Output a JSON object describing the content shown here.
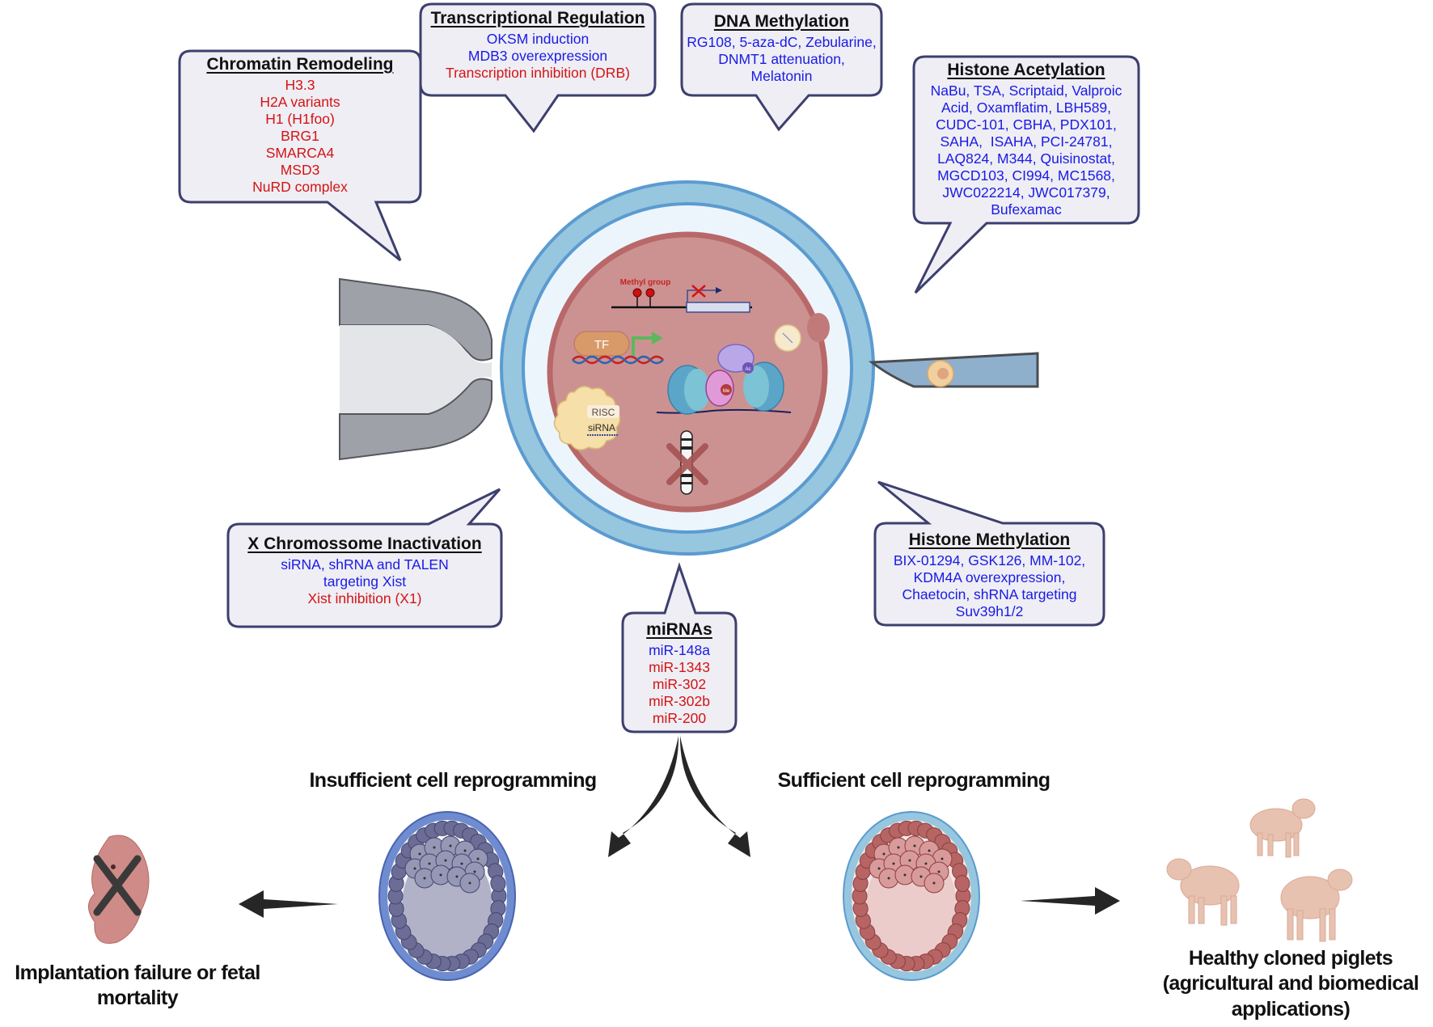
{
  "boxes": {
    "chromatin": {
      "title": "Chromatin Remodeling",
      "items": [
        {
          "text": "H3.3",
          "color": "red"
        },
        {
          "text": "H2A variants",
          "color": "red"
        },
        {
          "text": "H1 (H1foo)",
          "color": "red"
        },
        {
          "text": "BRG1",
          "color": "red"
        },
        {
          "text": "SMARCA4",
          "color": "red"
        },
        {
          "text": "MSD3",
          "color": "red"
        },
        {
          "text": "NuRD complex",
          "color": "red"
        }
      ]
    },
    "transcriptional": {
      "title": "Transcriptional Regulation",
      "items": [
        {
          "text": "OKSM induction",
          "color": "blue"
        },
        {
          "text": "MDB3 overexpression",
          "color": "blue"
        },
        {
          "text": "Transcription inhibition (DRB)",
          "color": "red"
        }
      ]
    },
    "dna_methylation": {
      "title": "DNA Methylation",
      "items": [
        {
          "text": "RG108, 5-aza-dC, Zebularine,",
          "color": "blue"
        },
        {
          "text": "DNMT1 attenuation,",
          "color": "blue"
        },
        {
          "text": "Melatonin",
          "color": "blue"
        }
      ]
    },
    "histone_acetylation": {
      "title": "Histone Acetylation",
      "items": [
        {
          "text": "NaBu, TSA, Scriptaid, Valproic",
          "color": "blue"
        },
        {
          "text": "Acid, Oxamflatim, LBH589,",
          "color": "blue"
        },
        {
          "text": "CUDC-101, CBHA, PDX101,",
          "color": "blue"
        },
        {
          "text": "SAHA,  ISAHA, PCI-24781,",
          "color": "blue"
        },
        {
          "text": "LAQ824, M344, Quisinostat,",
          "color": "blue"
        },
        {
          "text": "MGCD103, CI994, MC1568,",
          "color": "blue"
        },
        {
          "text": "JWC022214, JWC017379,",
          "color": "blue"
        },
        {
          "text": "Bufexamac",
          "color": "blue"
        }
      ]
    },
    "x_inactivation": {
      "title": "X Chromossome Inactivation",
      "items": [
        {
          "text": "siRNA, shRNA and TALEN",
          "color": "blue"
        },
        {
          "text": "targeting Xist",
          "color": "blue"
        },
        {
          "text": "Xist inhibition (X1)",
          "color": "red"
        }
      ]
    },
    "histone_methylation": {
      "title": "Histone Methylation",
      "items": [
        {
          "text": "BIX-01294, GSK126, MM-102,",
          "color": "blue"
        },
        {
          "text": "KDM4A overexpression,",
          "color": "blue"
        },
        {
          "text": "Chaetocin, shRNA targeting",
          "color": "blue"
        },
        {
          "text": "Suv39h1/2",
          "color": "blue"
        }
      ]
    },
    "mirnas": {
      "title": "miRNAs",
      "items": [
        {
          "text": "miR-148a",
          "color": "blue"
        },
        {
          "text": "miR-1343",
          "color": "red"
        },
        {
          "text": "miR-302",
          "color": "red"
        },
        {
          "text": "miR-302b",
          "color": "red"
        },
        {
          "text": "miR-200",
          "color": "red"
        }
      ]
    }
  },
  "cell": {
    "methyl_label": "Methyl group",
    "tf_label": "TF",
    "risc_label": "RISC",
    "sirna_label": "siRNA",
    "ac_label": "Ac",
    "me_label": "Me"
  },
  "outcomes": {
    "insufficient_title": "Insufficient cell reprogramming",
    "sufficient_title": "Sufficient cell reprogramming",
    "failure_label_1": "Implantation failure or fetal",
    "failure_label_2": "mortality",
    "success_label_1": "Healthy cloned piglets",
    "success_label_2": "(agricultural and biomedical",
    "success_label_3": "applications)"
  },
  "colors": {
    "blue_text": "#1a1ae6",
    "red_text": "#d41414",
    "box_border": "#3d3f6e",
    "box_fill": "#eeeef4",
    "zona": "#97c6df",
    "zona_edge": "#5b9bd0",
    "cytoplasm": "#edf5fc",
    "nucleus": "#cc9292",
    "nucleus_edge": "#b86868"
  }
}
